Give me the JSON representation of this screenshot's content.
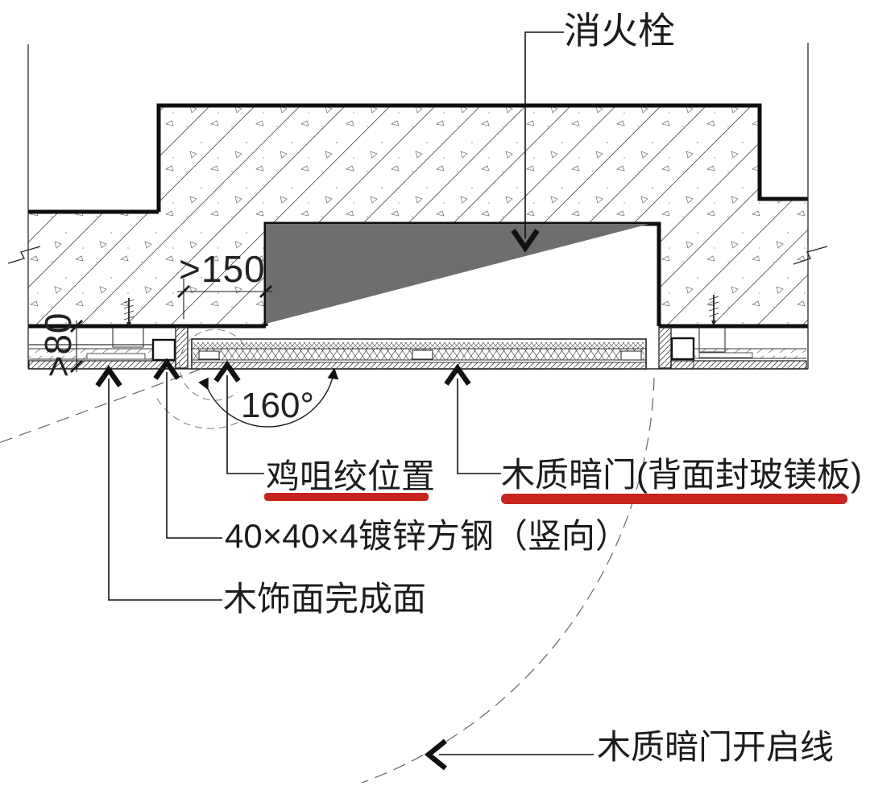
{
  "drawing": {
    "title_context": "fire-hydrant-concealed-door-section-detail",
    "labels": {
      "fire_hydrant": "消火栓",
      "hinge_position": "鸡咀绞位置",
      "wood_door": "木质暗门(背面封玻镁板)",
      "steel_tube": "40×40×4镀锌方钢（竖向）",
      "wood_finish_face": "木饰面完成面",
      "door_open_line": "木质暗门开启线"
    },
    "dimensions": {
      "recess_clearance": ">150",
      "gap_height": ">80",
      "open_angle": "160°"
    },
    "colors": {
      "highlight_red": "#c8241e",
      "hydrant_gray": "#6e6e6e",
      "line_black": "#111111"
    }
  }
}
